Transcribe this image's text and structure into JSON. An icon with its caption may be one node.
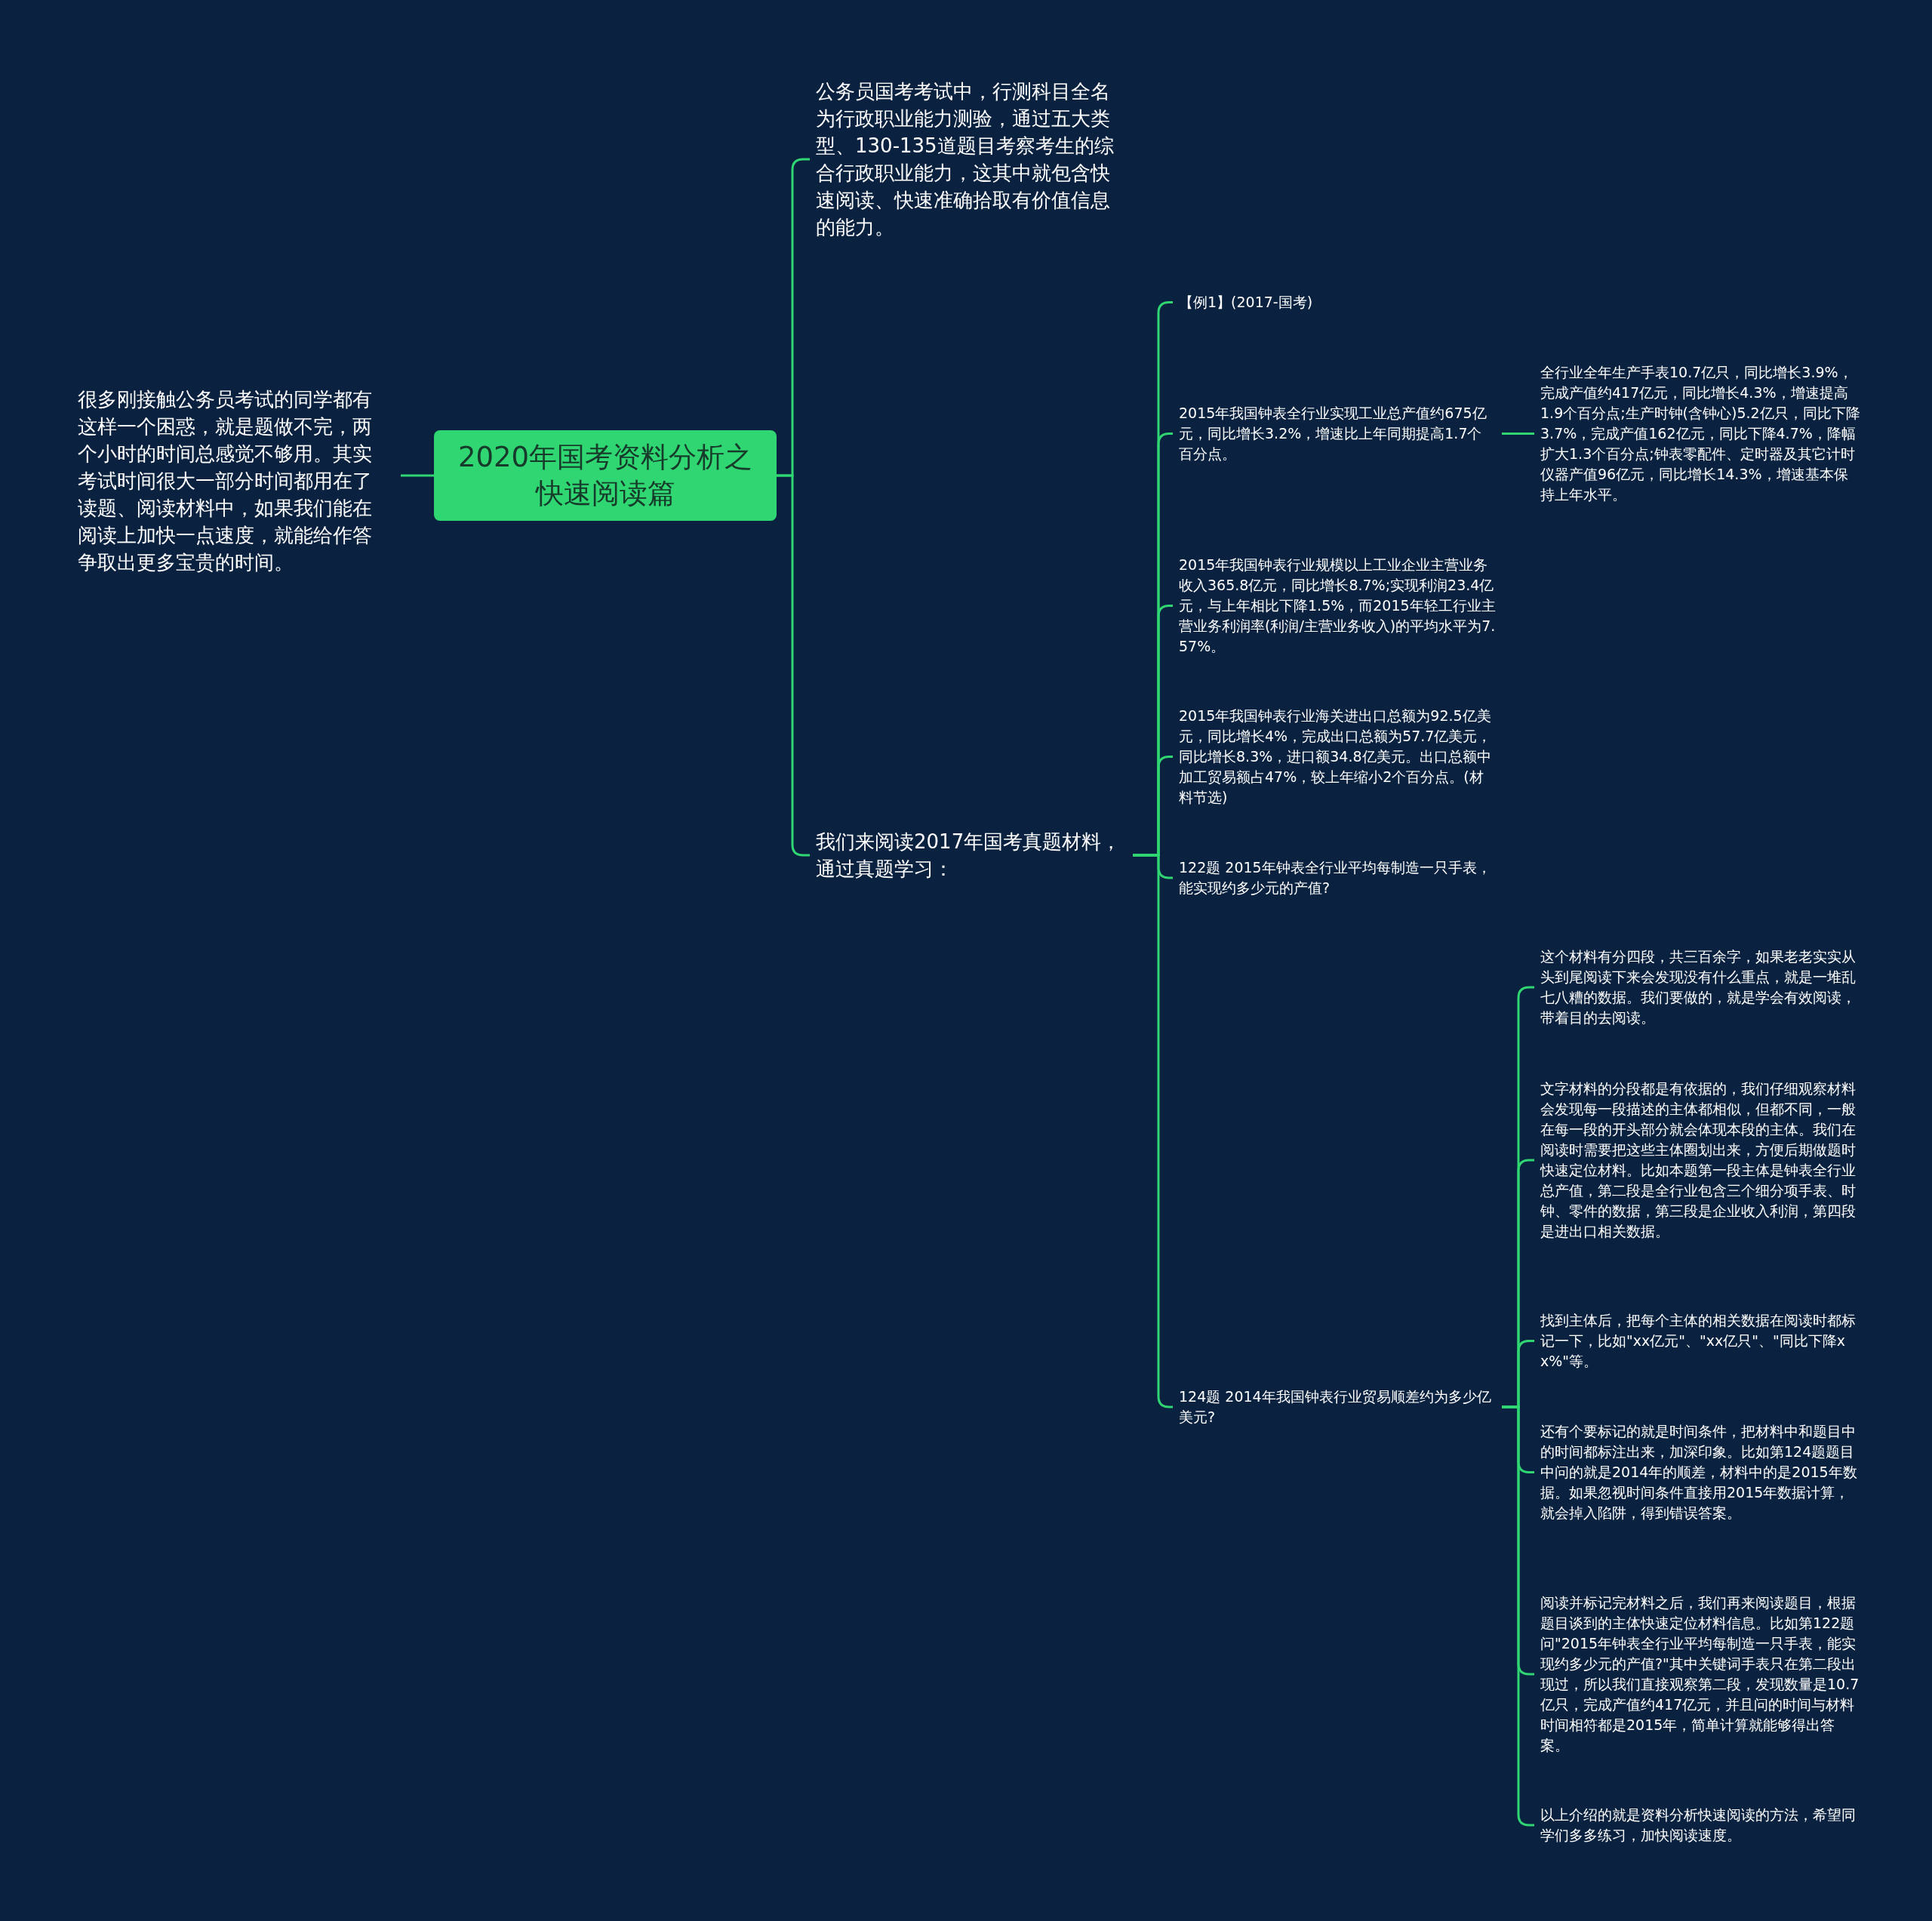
{
  "diagram": {
    "nodes": [
      {
        "text": [
          "2020年国考资料分析之快速阅读篇"
        ]
      },
      {
        "text": [
          "很多刚接触公务员考试的同学都有这样一个困惑，就是题做不完，两个小时的时间总感觉不够用。其实考试时间很大一部分时间都用在了读题、阅读材料中，如果我们能在阅读上加快一点速度，就能给作答争取出更多宝贵的时间。"
        ]
      },
      {
        "text": [
          "公务员国考考试中，行测科目全名为行政职业能力测验，通过五大类型、130-135道题目考察考生的综合行政职业能力，这其中就包含快速阅读、快速准确拾取有价值信息的能力。"
        ]
      },
      {
        "text": [
          "我们来阅读2017年国考真题材料，通过真题学习："
        ]
      },
      {
        "text": [
          "【例1】(2017-国考)"
        ]
      },
      {
        "text": [
          "2015年我国钟表全行业实现工业总产值约675亿元，同比增长3.2%，增速比上年同期提高1.7个百分点。"
        ]
      },
      {
        "text": [
          "全行业全年生产手表10.7亿只，同比增长3.9%，完成产值约417亿元，同比增长4.3%，增速提高1.9个百分点;生产时钟(含钟心)5.2亿只，同比下降3.7%，完成产值162亿元，同比下降4.7%，降幅扩大1.3个百分点;钟表零配件、定时器及其它计时仪器产值96亿元，同比增长14.3%，增速基本保持上年水平。"
        ]
      },
      {
        "text": [
          "2015年我国钟表行业规模以上工业企业主营业务收入365.8亿元，同比增长8.7%;实现利润23.4亿元，与上年相比下降1.5%，而2015年轻工行业主营业务利润率(利润/主营业务收入)的平均水平为7.57%。"
        ]
      },
      {
        "text": [
          "2015年我国钟表行业海关进出口总额为92.5亿美元，同比增长4%，完成出口总额为57.7亿美元，同比增长8.3%，进口额34.8亿美元。出口总额中加工贸易额占47%，较上年缩小2个百分点。(材料节选)"
        ]
      },
      {
        "text": [
          "122题 2015年钟表全行业平均每制造一只手表，能实现约多少元的产值?"
        ]
      },
      {
        "text": [
          "124题 2014年我国钟表行业贸易顺差约为多少亿美元?"
        ]
      },
      {
        "text": [
          "这个材料有分四段，共三百余字，如果老老实实从头到尾阅读下来会发现没有什么重点，就是一堆乱七八糟的数据。我们要做的，就是学会有效阅读，带着目的去阅读。"
        ]
      },
      {
        "text": [
          "文字材料的分段都是有依据的，我们仔细观察材料会发现每一段描述的主体都相似，但都不同，一般在每一段的开头部分就会体现本段的主体。我们在阅读时需要把这些主体圈划出来，方便后期做题时快速定位材料。比如本题第一段主体是钟表全行业总产值，第二段是全行业包含三个细分项手表、时钟、零件的数据，第三段是企业收入利润，第四段是进出口相关数据。"
        ]
      },
      {
        "text": [
          "找到主体后，把每个主体的相关数据在阅读时都标记一下，比如\"xx亿元\"、\"xx亿只\"、\"同比下降xx%\"等。"
        ]
      },
      {
        "text": [
          "还有个要标记的就是时间条件，把材料中和题目中的时间都标注出来，加深印象。比如第124题题目中问的就是2014年的顺差，材料中的是2015年数据。如果忽视时间条件直接用2015年数据计算，就会掉入陷阱，得到错误答案。"
        ]
      },
      {
        "text": [
          "阅读并标记完材料之后，我们再来阅读题目，根据题目谈到的主体快速定位材料信息。比如第122题问\"2015年钟表全行业平均每制造一只手表，能实现约多少元的产值?\"其中关键词手表只在第二段出现过，所以我们直接观察第二段，发现数量是10.7亿只，完成产值约417亿元，并且问的时间与材料时间相符都是2015年，简单计算就能够得出答案。"
        ]
      },
      {
        "text": [
          "以上介绍的就是资料分析快速阅读的方法，希望同学们多多练习，加快阅读速度。"
        ]
      }
    ],
    "edges": [
      {
        "from": 0,
        "to": 1,
        "arrow": "none"
      },
      {
        "from": 0,
        "to": 2,
        "arrow": "none"
      },
      {
        "from": 0,
        "to": 3,
        "arrow": "none"
      },
      {
        "from": 3,
        "to": 4,
        "arrow": "none"
      },
      {
        "from": 3,
        "to": 5,
        "arrow": "none"
      },
      {
        "from": 3,
        "to": 7,
        "arrow": "none"
      },
      {
        "from": 3,
        "to": 8,
        "arrow": "none"
      },
      {
        "from": 3,
        "to": 9,
        "arrow": "none"
      },
      {
        "from": 3,
        "to": 10,
        "arrow": "none"
      },
      {
        "from": 5,
        "to": 6,
        "arrow": "none"
      },
      {
        "from": 10,
        "to": 11,
        "arrow": "none"
      },
      {
        "from": 10,
        "to": 12,
        "arrow": "none"
      },
      {
        "from": 10,
        "to": 13,
        "arrow": "none"
      },
      {
        "from": 10,
        "to": 14,
        "arrow": "none"
      },
      {
        "from": 10,
        "to": 15,
        "arrow": "none"
      },
      {
        "from": 10,
        "to": 16,
        "arrow": "none"
      }
    ]
  }
}
